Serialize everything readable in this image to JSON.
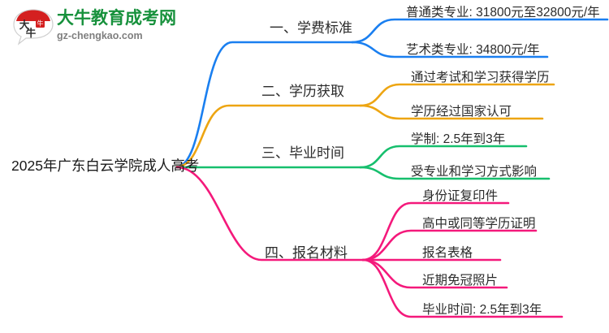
{
  "logo": {
    "name": "大牛教育成考网",
    "domain": "gz-chengkao.com",
    "mark_text": "大牛",
    "brand_color": "#17913c",
    "mark_color": "#d42020"
  },
  "mindmap": {
    "center": {
      "label": "2025年广东白云学院成人高考"
    },
    "branches": [
      {
        "label": "一、学费标准",
        "color": "#1a7ff0",
        "children": [
          {
            "label": "普通类专业: 31800元至32800元/年"
          },
          {
            "label": "艺术类专业: 34800元/年"
          }
        ]
      },
      {
        "label": "二、学历获取",
        "color": "#eda512",
        "children": [
          {
            "label": "通过考试和学习获得学历"
          },
          {
            "label": "学历经过国家认可"
          }
        ]
      },
      {
        "label": "三、毕业时间",
        "color": "#16bf6d",
        "children": [
          {
            "label": "学制: 2.5年到3年"
          },
          {
            "label": "受专业和学习方式影响"
          }
        ]
      },
      {
        "label": "四、报名材料",
        "color": "#f4197b",
        "children": [
          {
            "label": "身份证复印件"
          },
          {
            "label": "高中或同等学历证明"
          },
          {
            "label": "报名表格"
          },
          {
            "label": "近期免冠照片"
          },
          {
            "label": "毕业时间: 2.5年到3年"
          }
        ]
      }
    ]
  }
}
